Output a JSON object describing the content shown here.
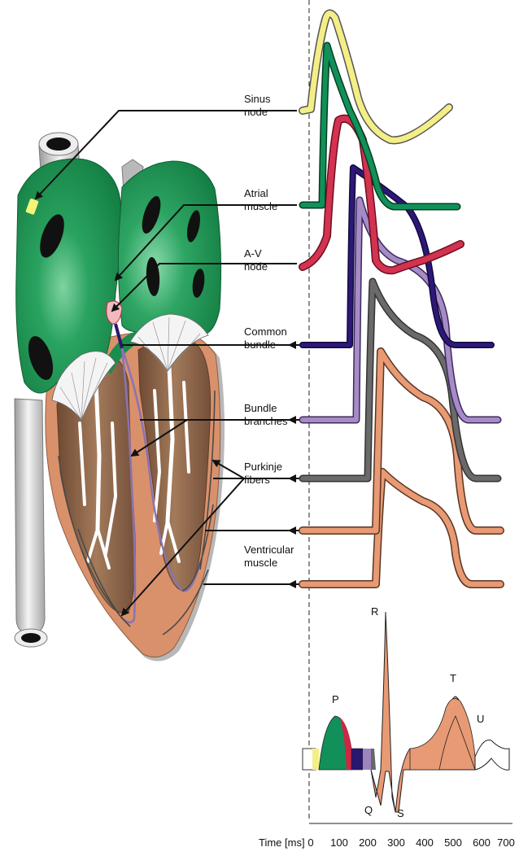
{
  "labels": {
    "sinus": [
      "Sinus",
      "node"
    ],
    "atrial": [
      "Atrial",
      "muscle"
    ],
    "av": [
      "A-V",
      "node"
    ],
    "common": [
      "Common",
      "bundle"
    ],
    "branches": [
      "Bundle",
      "branches"
    ],
    "purkinje": [
      "Purkinje",
      "fibers"
    ],
    "ventricular": [
      "Ventricular",
      "muscle"
    ]
  },
  "ecg": {
    "P": "P",
    "Q": "Q",
    "R": "R",
    "S": "S",
    "T": "T",
    "U": "U"
  },
  "time_axis": {
    "title": "Time [ms]",
    "ticks": [
      "0",
      "100",
      "200",
      "300",
      "400",
      "500",
      "600",
      "700"
    ]
  },
  "colors": {
    "sinus": "#f4ee86",
    "atrial": "#0f8a4c",
    "av": "#cc2845",
    "common": "#29166f",
    "branches": "#9e84bd",
    "purkinje": "#676767",
    "ventricular": "#e89a74",
    "heart_green": "#1a8c4d",
    "heart_tan": "#d9916b",
    "heart_brown": "#8b6247",
    "vessel_gray": "#c8c8c8"
  }
}
